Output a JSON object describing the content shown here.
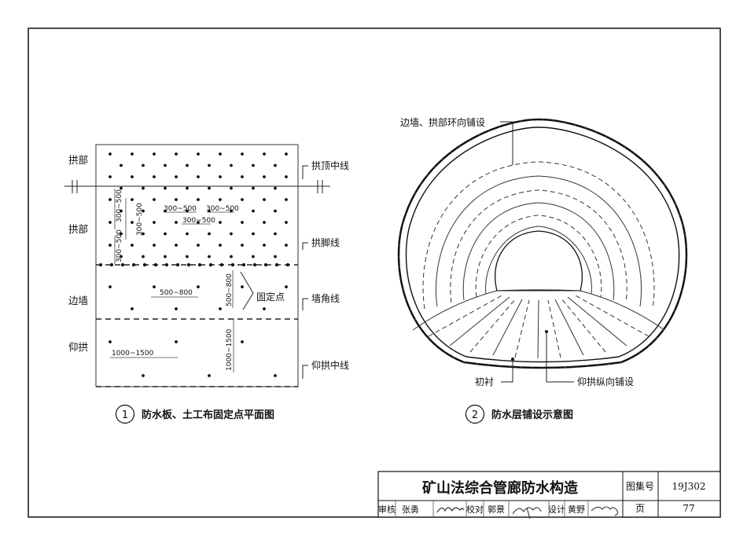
{
  "left_figure": {
    "zone_labels": {
      "arch_upper": "拱部",
      "arch_lower": "拱部",
      "side_wall": "边墙",
      "invert": "仰拱"
    },
    "line_labels": {
      "crown_center": "拱顶中线",
      "arch_foot": "拱脚线",
      "wall_corner": "墙角线",
      "invert_center": "仰拱中线"
    },
    "dims": {
      "arch_h1": "300~500",
      "arch_h2": "300~500",
      "arch_h3": "300~500",
      "arch_v1": "300~500",
      "arch_v2": "300~500",
      "arch_v3": "300~500",
      "wall_h": "500~800",
      "wall_v": "500~800",
      "invert_h": "1000~1500",
      "invert_v": "1000~1500"
    },
    "fix_point": "固定点",
    "caption_number": "1",
    "caption": "防水板、土工布固定点平面图"
  },
  "right_figure": {
    "top_label": "边墙、拱部环向铺设",
    "bottom_left_label": "初衬",
    "bottom_right_label": "仰拱纵向铺设",
    "caption_number": "2",
    "caption": "防水层铺设示意图"
  },
  "title_block": {
    "title": "矿山法综合管廊防水构造",
    "atlas_label": "图集号",
    "atlas_no": "19J302",
    "page_label": "页",
    "page_no": "77",
    "review_label": "审核",
    "review_name": "张勇",
    "check_label": "校对",
    "check_name": "郭景",
    "design_label": "设计",
    "design_name": "黄野"
  }
}
